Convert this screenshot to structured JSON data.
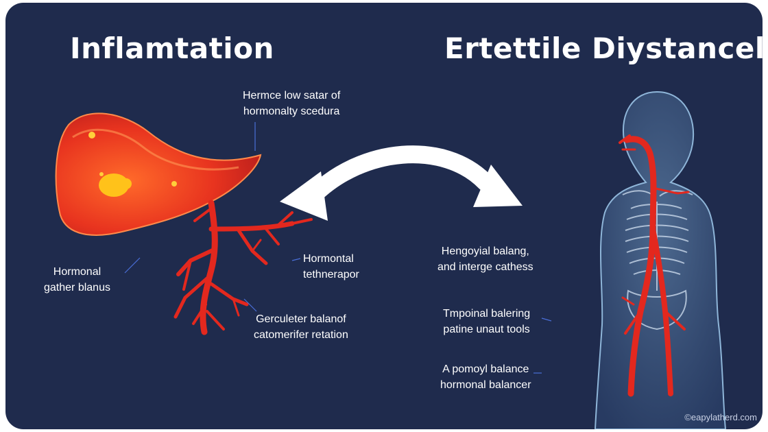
{
  "titles": {
    "left": "Inflamtation",
    "right": "Ertettile Diystancel"
  },
  "labels": {
    "top": [
      "Hermce low satar of",
      "hormonalty scedura"
    ],
    "left": [
      "Hormonal",
      "gather blanus"
    ],
    "mid_right": [
      "Hormontal",
      "tethnerapor"
    ],
    "bottom": [
      "Gerculeter balanof",
      "catomerifer retation"
    ],
    "right1": [
      "Hengoyial balang,",
      "and interge cathess"
    ],
    "right2": [
      "Tmpoinal balering",
      "patine unaut tools"
    ],
    "right3": [
      "A pomoyl balance",
      "hormonal balancer"
    ]
  },
  "credit": "©eapylatherd.com",
  "colors": {
    "background": "#1f2b4d",
    "organ": "#e8341f",
    "vessel": "#e3281e",
    "arrow": "#ffffff",
    "body_outline": "#8fb6d9"
  }
}
